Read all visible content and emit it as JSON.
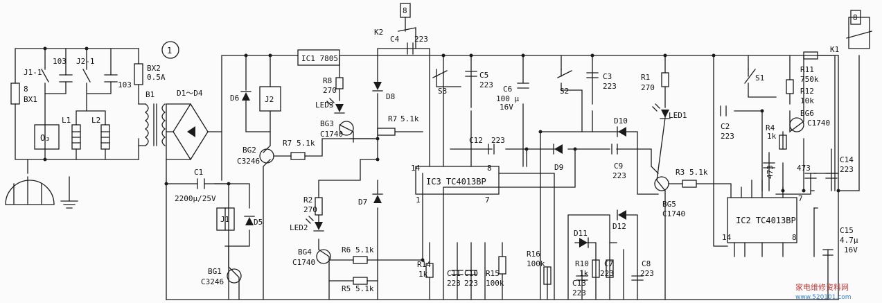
{
  "labels": {
    "section_number": "1",
    "j1": "J1-1",
    "c103a": "103",
    "j2": "J2-1",
    "c103b": "103",
    "bx2": "BX2",
    "bx2_rating": "0.5A",
    "b1": "B1",
    "fuse_bx1_mark": "8",
    "bx1": "BX1",
    "o3": "O₃",
    "l1": "L1",
    "l2": "L2",
    "d1d4": "D1～D4",
    "c1": "C1",
    "c1_value": "2200μ/25V",
    "j1_relay": "J1",
    "d5": "D5",
    "bg1": "BG1",
    "bg1_part": "C3246",
    "ic1": "IC1 7805",
    "d6": "D6",
    "j2_relay": "J2",
    "bg2": "BG2",
    "bg2_part": "C3246",
    "r7a": "R7",
    "r7a_value": "5.1k",
    "r8": "R8",
    "r8_value": "270",
    "led3": "LED3",
    "bg3": "BG3",
    "bg3_part": "C1740",
    "k2": "K2",
    "k2_mark": "8",
    "c4": "C4",
    "c4_value": "223",
    "d8": "D8",
    "r7b": "R7",
    "r7b_value": "5.1k",
    "r2": "R2",
    "r2_value": "270",
    "led2": "LED2",
    "d7": "D7",
    "bg4": "BG4",
    "bg4_part": "C1740",
    "r6": "R6",
    "r6_value": "5.1k",
    "r5": "R5",
    "r5_value": "5.1k",
    "s3": "S3",
    "c5": "C5",
    "c5_value": "223",
    "c6": "C6",
    "c6_value1": "100 μ",
    "c6_value2": "16V",
    "s2": "S2",
    "c3": "C3",
    "c3_value": "223",
    "c12": "C12",
    "c12_value": "223",
    "pin14": "14",
    "pin8": "8",
    "pin1": "1",
    "pin7": "7",
    "ic3": "IC3 TC4013BP",
    "d9": "D9",
    "d10": "D10",
    "c9": "C9",
    "c9_value": "223",
    "d12": "D12",
    "d11": "D11",
    "r14": "R14",
    "r14_value": "1k",
    "c11": "C11",
    "c11_value": "223",
    "c10": "C10",
    "c10_value": "223",
    "r15": "R15",
    "r15_value": "100k",
    "r16": "R16",
    "r16_value": "100k",
    "r10": "R10",
    "r10_value": "1k",
    "c13": "C13",
    "c13_value": "223",
    "c7": "C7",
    "c7_value": "223",
    "c8": "C8",
    "c8_value": "223",
    "r1": "R1",
    "r1_value": "270",
    "led1": "LED1",
    "s1": "S1",
    "bg5": "BG5",
    "bg5_part": "C1740",
    "r3": "R3",
    "r3_value": "5.1k",
    "k1": "K1",
    "k1_mark": "8",
    "r11": "R11",
    "r11_value": "750k",
    "r12": "R12",
    "r12_value": "10k",
    "bg6": "BG6",
    "bg6_part": "C1740",
    "c2": "C2",
    "c2_value": "223",
    "r4": "R4",
    "r4_value": "1k",
    "c473a": "473",
    "c473b": "473",
    "c14": "C14",
    "c14_value": "223",
    "ic2": "IC2 TC4013BP",
    "ic2_pin14": "14",
    "ic2_pin8": "8",
    "ic2_pin7": "7",
    "c15": "C15",
    "c15_value1": "4.7μ",
    "c15_value2": "16V"
  },
  "watermark": {
    "text": "家电维修资料网",
    "url": "www.520101.com"
  }
}
